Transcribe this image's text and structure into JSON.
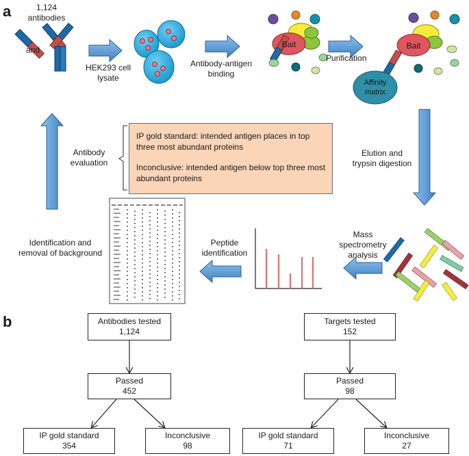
{
  "panel_a": {
    "label": "a",
    "antibody_count": "1,124",
    "antibodies_word": "antibodies",
    "and_word": "and",
    "lysate_line1": "HEK293 cell",
    "lysate_line2": "lysate",
    "binding_line1": "Antibody-antigen",
    "binding_line2": "binding",
    "purification": "Purification",
    "bait": "Bait",
    "affinity_line1": "Affinity",
    "affinity_line2": "matrix",
    "elution_line1": "Elution and",
    "elution_line2": "trypsin digestion",
    "ms_line1": "Mass",
    "ms_line2": "spectrometry",
    "ms_line3": "analysis",
    "peptide_line1": "Peptide",
    "peptide_line2": "identification",
    "background_line1": "Identification and",
    "background_line2": "removal of background",
    "evaluation_line1": "Antibody",
    "evaluation_line2": "evaluation",
    "gold_text": "IP gold standard: intended antigen places in top three most abundant proteins",
    "inconclusive_text": "Inconclusive: intended antigen below top three most abundant proteins"
  },
  "panel_b": {
    "label": "b",
    "left": {
      "top_label": "Antibodies tested",
      "top_value": "1,124",
      "mid_label": "Passed",
      "mid_value": "452",
      "gold_label": "IP gold standard",
      "gold_value": "354",
      "inc_label": "Inconclusive",
      "inc_value": "98"
    },
    "right": {
      "top_label": "Targets tested",
      "top_value": "152",
      "mid_label": "Passed",
      "mid_value": "98",
      "gold_label": "IP gold standard",
      "gold_value": "71",
      "inc_label": "Inconclusive",
      "inc_value": "27"
    }
  },
  "colors": {
    "arrow_blue": "#5b9bd5",
    "cell_blue": "#29a9df",
    "bait_red": "#e0565f",
    "matrix_teal": "#2e8fa6",
    "evaluation_box": "#fad5b8"
  }
}
